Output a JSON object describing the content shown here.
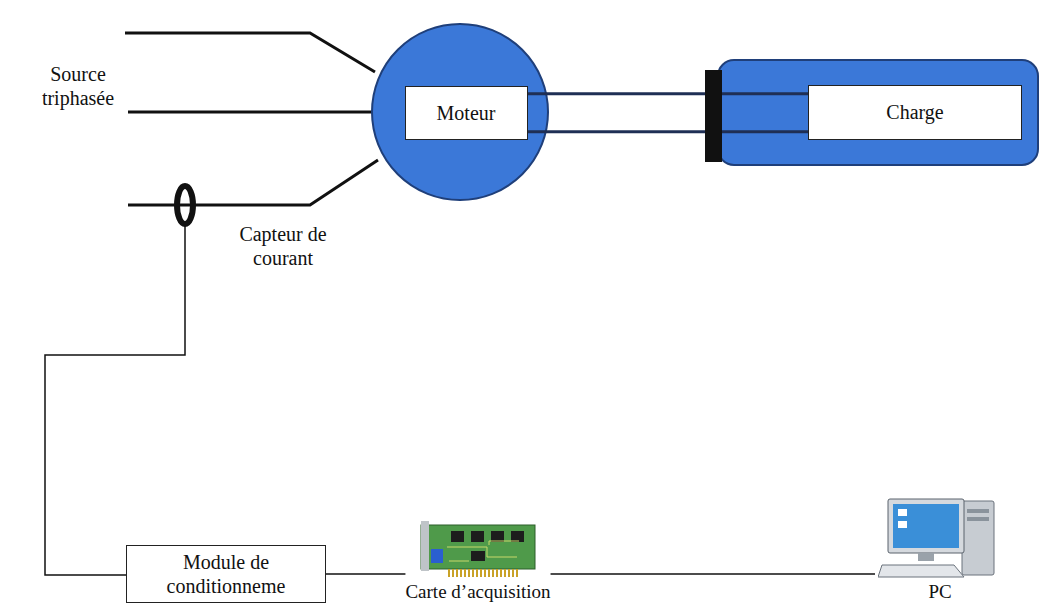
{
  "diagram": {
    "nodes": [
      {
        "text": [
          "Moteur"
        ]
      },
      {
        "text": [
          "Charge"
        ]
      },
      {
        "text": [
          "Module de conditionneme"
        ]
      },
      {
        "text": [
          "Carte d’acquisition"
        ]
      },
      {
        "text": [
          "PC"
        ]
      }
    ],
    "edges": [
      {
        "from": 0,
        "to": 1,
        "arrow": "none"
      },
      {
        "from": 2,
        "to": 3,
        "arrow": "none"
      },
      {
        "from": 3,
        "to": 4,
        "arrow": "none"
      }
    ],
    "labels": [
      "Source triphasée",
      "Capteur de courant"
    ]
  }
}
